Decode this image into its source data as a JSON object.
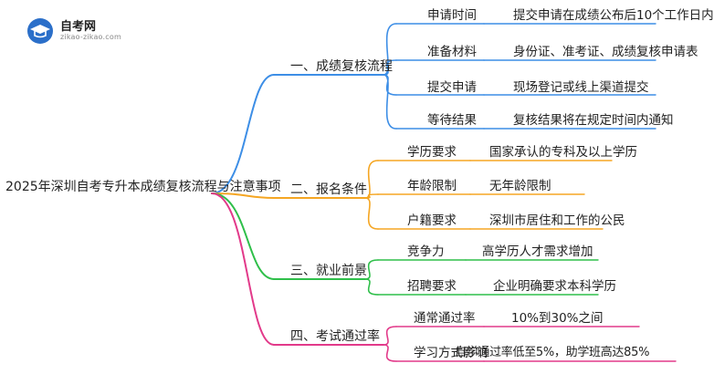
{
  "logo": {
    "title": "自考网",
    "url": "zikao-zikao.com"
  },
  "colors": {
    "blue": "#3d8ee6",
    "orange": "#f5a623",
    "green": "#2fbf4a",
    "pink": "#e23a8a"
  },
  "root": {
    "label": "2025年深圳自考专升本成绩复核流程与注意事项"
  },
  "branches": [
    {
      "label": "一、成绩复核流程",
      "color": "blue",
      "items": [
        {
          "key": "申请时间",
          "value": "提交申请在成绩公布后10个工作日内"
        },
        {
          "key": "准备材料",
          "value": "身份证、准考证、成绩复核申请表"
        },
        {
          "key": "提交申请",
          "value": "现场登记或线上渠道提交"
        },
        {
          "key": "等待结果",
          "value": "复核结果将在规定时间内通知"
        }
      ]
    },
    {
      "label": "二、报名条件",
      "color": "orange",
      "items": [
        {
          "key": "学历要求",
          "value": "国家承认的专科及以上学历"
        },
        {
          "key": "年龄限制",
          "value": "无年龄限制"
        },
        {
          "key": "户籍要求",
          "value": "深圳市居住和工作的公民"
        }
      ]
    },
    {
      "label": "三、就业前景",
      "color": "green",
      "items": [
        {
          "key": "竞争力",
          "value": "高学历人才需求增加"
        },
        {
          "key": "招聘要求",
          "value": "企业明确要求本科学历"
        }
      ]
    },
    {
      "label": "四、考试通过率",
      "color": "pink",
      "items": [
        {
          "key": "通常通过率",
          "value": "10%到30%之间"
        },
        {
          "key": "学习方式影响",
          "value": "自学通过率低至5%，助学班高达85%"
        }
      ]
    }
  ]
}
